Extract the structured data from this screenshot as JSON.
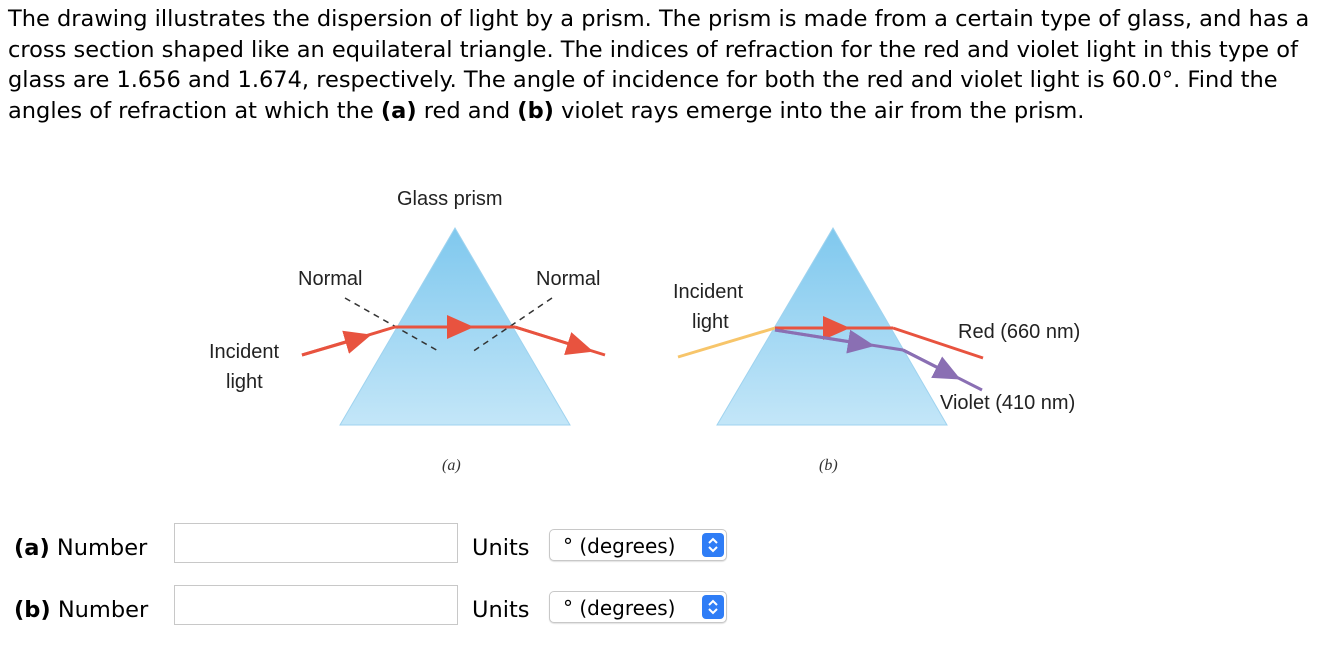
{
  "problem": {
    "p1": "The drawing illustrates the dispersion of light by a prism. The prism is made from a certain type of glass, and has a cross section shaped like an equilateral triangle. The indices of refraction for the red and violet light in this type of glass are 1.656 and 1.674, respectively. The angle of incidence for both the red and violet light is 60.0°. Find the angles of refraction at which the ",
    "a_marker": "(a)",
    "p2": " red and ",
    "b_marker": "(b)",
    "p3": " violet rays emerge into the air from the prism."
  },
  "figure": {
    "title": "Glass prism",
    "normal_left": "Normal",
    "normal_right": "Normal",
    "a_incident_1": "Incident",
    "a_incident_2": "light",
    "b_incident_1": "Incident",
    "b_incident_2": "light",
    "red_label": "Red (660 nm)",
    "violet_label": "Violet (410 nm)",
    "caption_a": "(a)",
    "caption_b": "(b)",
    "colors": {
      "prism_fill": "#a9d9f3",
      "red_ray": "#e8533f",
      "violet_ray": "#8a6fb3",
      "incident_yellow": "#f7c56a"
    }
  },
  "answers": [
    {
      "marker": "(a)",
      "label": " Number",
      "value": "",
      "units_label": "Units",
      "units_selected": "° (degrees)"
    },
    {
      "marker": "(b)",
      "label": " Number",
      "value": "",
      "units_label": "Units",
      "units_selected": "° (degrees)"
    }
  ]
}
